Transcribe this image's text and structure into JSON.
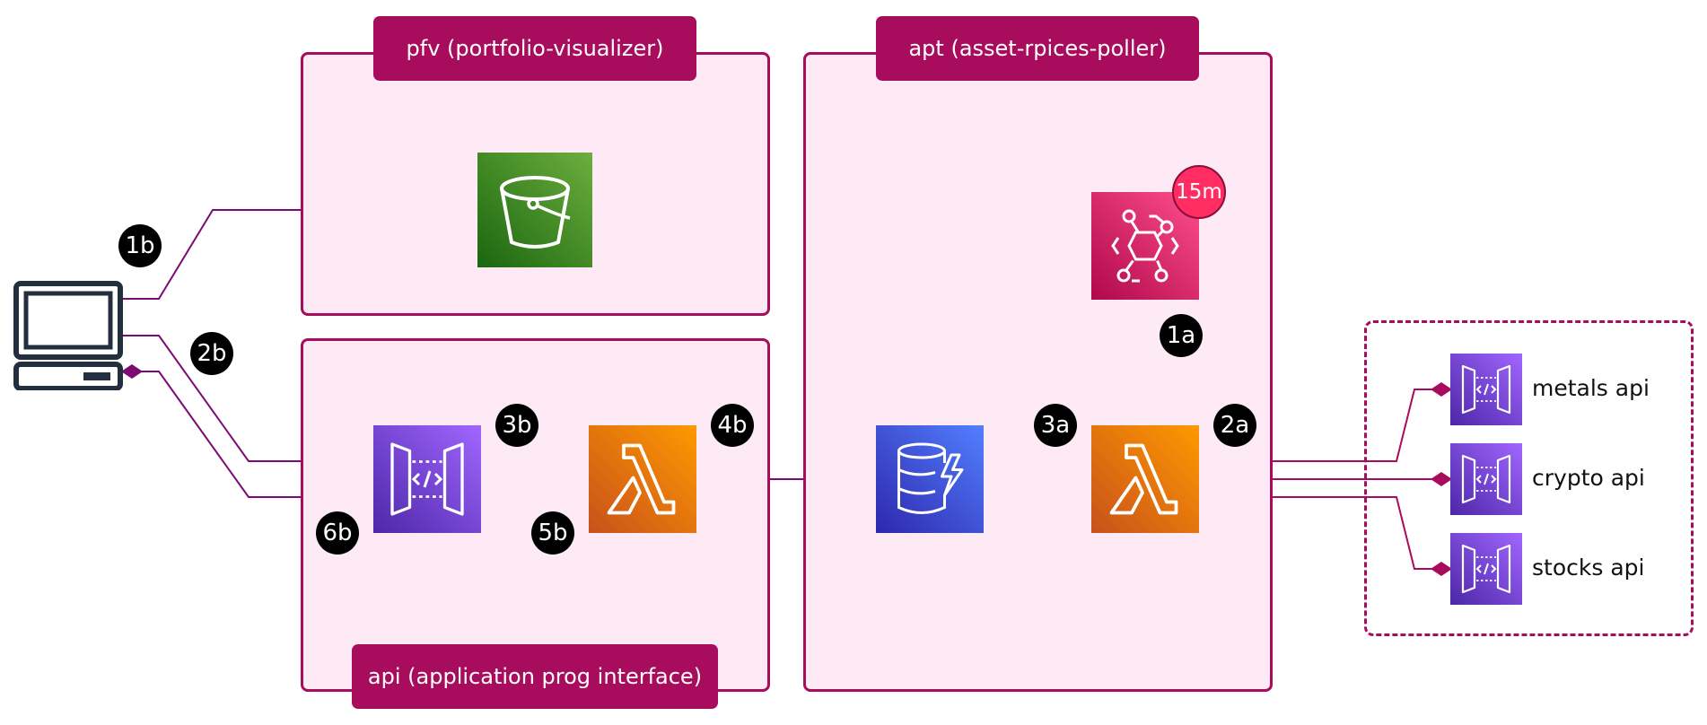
{
  "groups": {
    "pfv": {
      "title": "pfv (portfolio-visualizer)"
    },
    "api": {
      "title": "api (application prog interface)"
    },
    "apt": {
      "title": "apt (asset-rpices-poller)"
    }
  },
  "external_apis": [
    {
      "label": "metals api",
      "icon": "api-gateway-icon"
    },
    {
      "label": "crypto api",
      "icon": "api-gateway-icon"
    },
    {
      "label": "stocks api",
      "icon": "api-gateway-icon"
    }
  ],
  "steps": {
    "s1a": "1a",
    "s1b": "1b",
    "s2a": "2a",
    "s2b": "2b",
    "s3a": "3a",
    "s3b": "3b",
    "s4b": "4b",
    "s5b": "5b",
    "s6b": "6b"
  },
  "schedule": {
    "label": "15m"
  },
  "services": {
    "client": "computer-icon",
    "bucket": "s3-bucket-icon",
    "gateway": "api-gateway-icon",
    "api_lambda": "lambda-icon",
    "poller_lambda": "lambda-icon",
    "table": "dynamodb-icon",
    "scheduler": "eventbridge-icon"
  },
  "colors": {
    "group_border": "#a80c5c",
    "group_fill": "#feeaf5",
    "connector": "#7b0a73",
    "s3": "#3f8624",
    "lambda": "#ed7100",
    "api_gateway": "#8c4fff",
    "dynamodb": "#4d72f3",
    "eventbridge": "#e7157b"
  }
}
